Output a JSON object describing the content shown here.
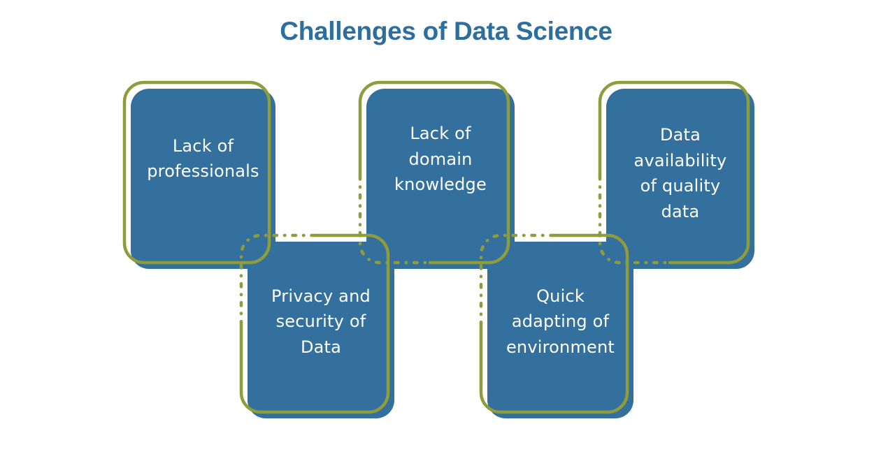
{
  "title": "Challenges of Data Science",
  "colors": {
    "background": "#ffffff",
    "box_fill": "#34709E",
    "outline": "#8E9C3B",
    "title": "#2E6E9E",
    "label_text": "#ffffff"
  },
  "boxes": [
    {
      "id": "lack-of-professionals",
      "row": "top",
      "label": "Lack of professionals",
      "lines": [
        "Lack of",
        "professionals"
      ]
    },
    {
      "id": "lack-of-domain-knowledge",
      "row": "top",
      "label": "Lack of domain knowledge",
      "lines": [
        "Lack of",
        "domain",
        "knowledge"
      ]
    },
    {
      "id": "data-availability-of-quality-data",
      "row": "top",
      "label": "Data availability of quality data",
      "lines": [
        "Data",
        "availability",
        "of quality",
        "data"
      ]
    },
    {
      "id": "privacy-and-security-of-data",
      "row": "bottom",
      "label": "Privacy and security of Data",
      "lines": [
        "Privacy and",
        "security of",
        "Data"
      ]
    },
    {
      "id": "quick-adapting-of-environment",
      "row": "bottom",
      "label": "Quick adapting of environment",
      "lines": [
        "Quick",
        "adapting of",
        "environment"
      ]
    }
  ]
}
